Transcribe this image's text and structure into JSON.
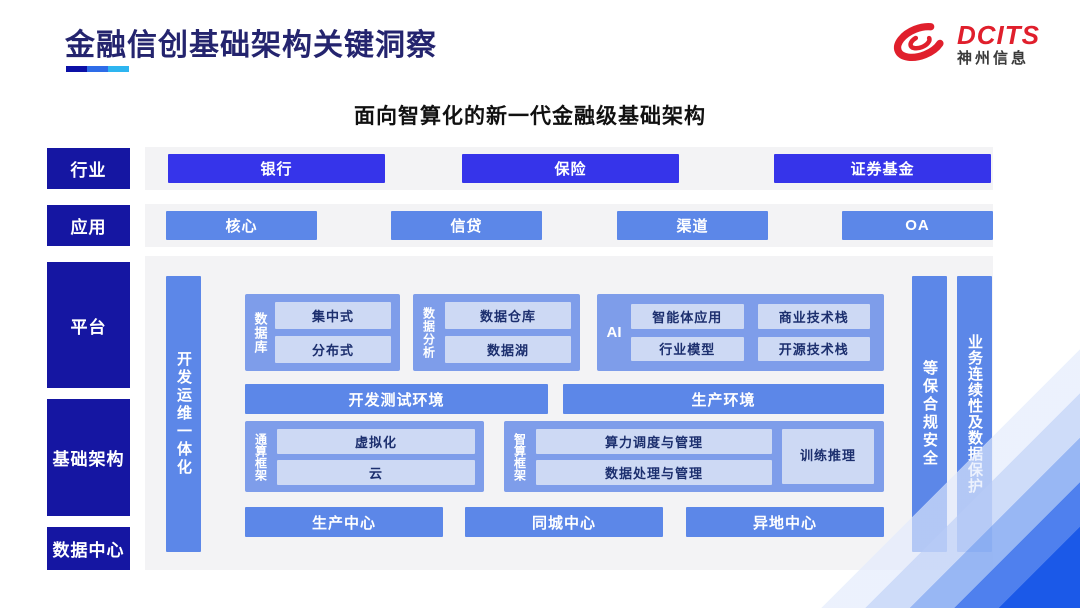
{
  "header": {
    "title": "金融信创基础架构关键洞察",
    "logo_brand": "DCITS",
    "logo_company": "神州信息"
  },
  "subtitle": "面向智算化的新一代金融级基础架构",
  "side_labels": {
    "industry": "行业",
    "application": "应用",
    "platform": "平台",
    "infrastructure": "基础架构",
    "datacenter": "数据中心"
  },
  "industry_row": {
    "items": [
      "银行",
      "保险",
      "证券基金"
    ]
  },
  "application_row": {
    "items": [
      "核心",
      "信贷",
      "渠道",
      "OA"
    ]
  },
  "platform": {
    "devops_bar": "开发运维一体化",
    "database_group": {
      "label": "数据库",
      "items": [
        "集中式",
        "分布式"
      ]
    },
    "analytics_group": {
      "label": "数据分析",
      "items": [
        "数据仓库",
        "数据湖"
      ]
    },
    "ai_group": {
      "label": "AI",
      "items": [
        "智能体应用",
        "商业技术栈",
        "行业模型",
        "开源技术栈"
      ]
    },
    "env_bars": [
      "开发测试环境",
      "生产环境"
    ],
    "general_compute": {
      "label": "通算框架",
      "items": [
        "虚拟化",
        "云"
      ]
    },
    "intelligent_compute": {
      "label": "智算框架",
      "items": [
        "算力调度与管理",
        "数据处理与管理"
      ],
      "side_box": "训练推理"
    },
    "centers": [
      "生产中心",
      "同城中心",
      "异地中心"
    ],
    "security_bar": "等保合规安全",
    "continuity_bar": "业务连续性及数据保护"
  },
  "colors": {
    "navy_label": "#1516a2",
    "primary_blue": "#3634ea",
    "medium_blue": "#5c87e8",
    "group_blue": "#7e9dea",
    "light_box": "#cdd9f4",
    "underline_dark": "#0c10a6",
    "underline_mid": "#2e6ce8",
    "underline_light": "#2eb5f0",
    "accent_red": "#e01f2c"
  }
}
